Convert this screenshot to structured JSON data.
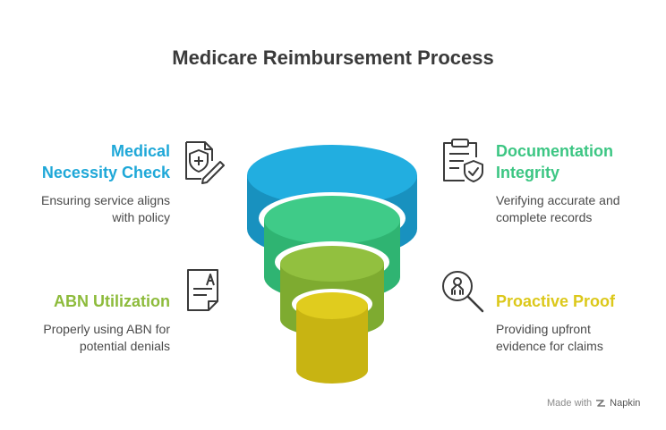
{
  "title": "Medicare Reimbursement Process",
  "colors": {
    "blue": "#1fa8d8",
    "green": "#3cc683",
    "olive": "#8dbb3b",
    "yellow": "#dcc81a"
  },
  "stages": [
    {
      "heading": "Medical\nNecessity Check",
      "description": "Ensuring service aligns\nwith policy",
      "icon": "medical-document-icon",
      "color": "#1fa8d8"
    },
    {
      "heading": "Documentation\nIntegrity",
      "description": "Verifying accurate and\ncomplete records",
      "icon": "clipboard-shield-icon",
      "color": "#3cc683"
    },
    {
      "heading": "ABN Utilization",
      "description": "Properly using ABN for\npotential denials",
      "icon": "form-document-icon",
      "color": "#8dbb3b"
    },
    {
      "heading": "Proactive Proof",
      "description": "Providing upfront\nevidence for claims",
      "icon": "magnify-search-icon",
      "color": "#dcc81a"
    }
  ],
  "footer": {
    "made_with": "Made with",
    "brand": "Napkin"
  }
}
